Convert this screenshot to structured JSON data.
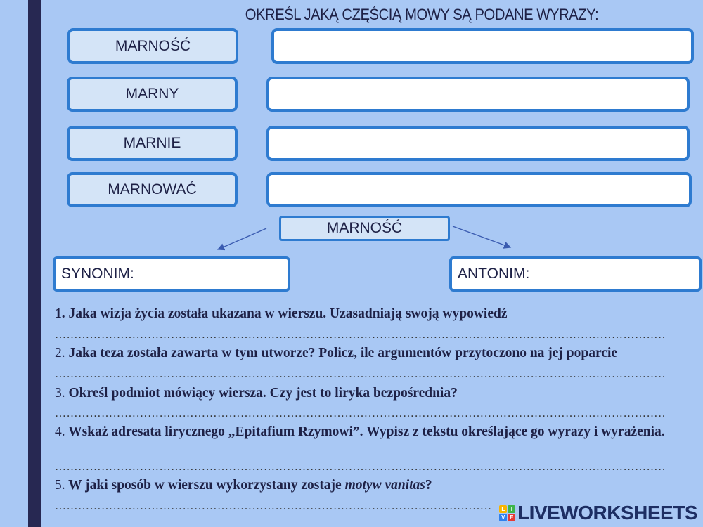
{
  "title": "OKREŚL JAKĄ CZĘŚCIĄ MOWY SĄ PODANE WYRAZY:",
  "words": [
    "MARNOŚĆ",
    "MARNY",
    "MARNIE",
    "MARNOWAĆ"
  ],
  "answers": [
    "",
    "",
    "",
    ""
  ],
  "center_word": "MARNOŚĆ",
  "synonym": {
    "label": "SYNONIM:",
    "value": ""
  },
  "antonym": {
    "label": "ANTONIM:",
    "value": ""
  },
  "questions": [
    {
      "num": "1.",
      "text": "Jaka wizja życia została ukazana w wierszu. Uzasadniają swoją wypowiedź"
    },
    {
      "num": "2.",
      "text": "Jaka teza została zawarta w tym utworze? Policz, ile argumentów przytoczono na jej poparcie"
    },
    {
      "num": "3.",
      "text": "Określ podmiot mówiący wiersza. Czy jest to liryka bezpośrednia?"
    },
    {
      "num": "4.",
      "text": "Wskaż adresata lirycznego „Epitafium Rzymowi”. Wypisz z tekstu określające go wyrazy i wyrażenia."
    },
    {
      "num": "5.",
      "text": "W jaki sposób w wierszu wykorzystany zostaje ",
      "italic": "motyw vanitas",
      "end": "?"
    }
  ],
  "dots": "…………………………………………………………………………………………………………………………………………………………………………………",
  "logo": {
    "text": "LIVEWORKSHEETS",
    "tiles": [
      "L",
      "I",
      "V",
      "E"
    ],
    "tile_colors": [
      "#f7b500",
      "#3cb54a",
      "#2f80ed",
      "#e53935"
    ]
  },
  "colors": {
    "background": "#a9c8f4",
    "border": "#2e7bd0",
    "sidebar": "#272852"
  }
}
